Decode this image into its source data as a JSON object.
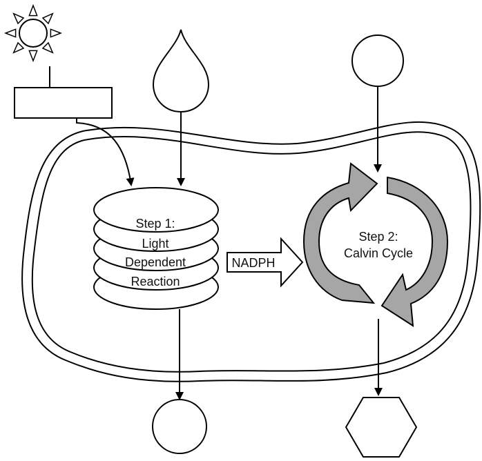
{
  "step1": {
    "line1": "Step 1:",
    "line2": "Light",
    "line3": "Dependent",
    "line4": "Reaction"
  },
  "step2": {
    "line1": "Step 2:",
    "line2": "Calvin Cycle"
  },
  "transfer_arrow": {
    "label": "NADPH"
  },
  "colors": {
    "cycle_arrows": "#a6a6a6",
    "outline": "#000000",
    "fill": "#ffffff"
  },
  "icons": [
    "sun-icon",
    "water-drop-icon",
    "circle-icon",
    "hexagon-icon"
  ]
}
